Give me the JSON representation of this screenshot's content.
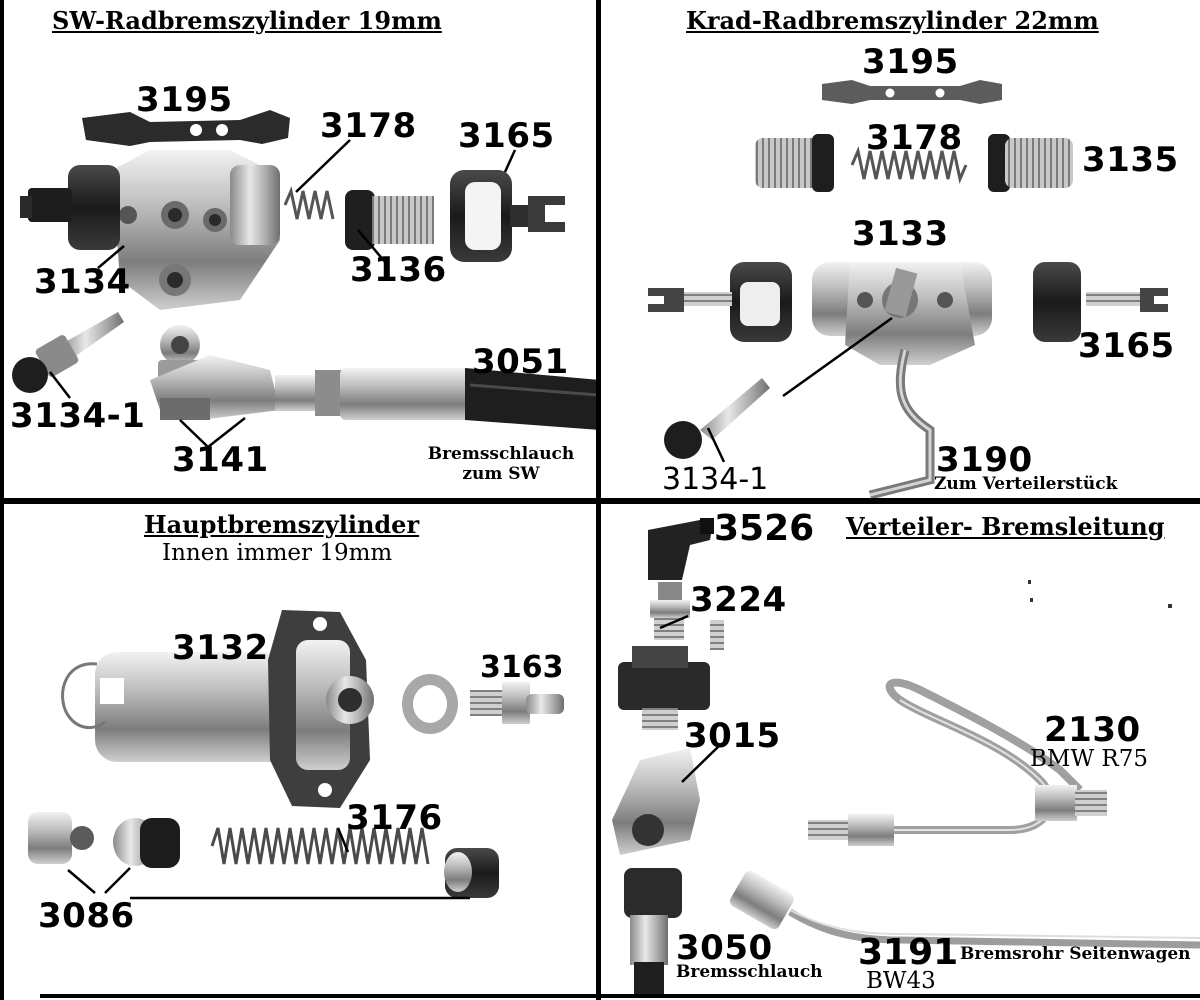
{
  "colors": {
    "divider": "#000000",
    "metal_light": "#d4d4d4",
    "metal_mid": "#9a9a9a",
    "metal_dark": "#5a5a5a",
    "rubber": "#1c1c1c"
  },
  "panel_top_left": {
    "title": "SW-Radbremszylinder 19mm",
    "labels": {
      "p3195": "3195",
      "p3178": "3178",
      "p3165": "3165",
      "p3134": "3134",
      "p3136": "3136",
      "p3134_1": "3134-1",
      "p3051": "3051",
      "p3141": "3141"
    },
    "caption_line1": "Bremsschlauch",
    "caption_line2": "zum SW"
  },
  "panel_top_right": {
    "title": "Krad-Radbremszylinder 22mm",
    "labels": {
      "p3195": "3195",
      "p3178": "3178",
      "p3135": "3135",
      "p3133": "3133",
      "p3165": "3165",
      "p3134_1": "3134-1",
      "p3190": "3190"
    },
    "caption": "Zum Verteilerstück"
  },
  "panel_bottom_left": {
    "title": "Hauptbremszylinder",
    "subtitle": "Innen immer 19mm",
    "labels": {
      "p3132": "3132",
      "p3163": "3163",
      "p3176": "3176",
      "p3086": "3086"
    }
  },
  "panel_bottom_right": {
    "title": "Verteiler- Bremsleitung",
    "labels": {
      "p3526": "3526",
      "p3224": "3224",
      "p3015": "3015",
      "p2130": "2130",
      "p3050": "3050",
      "p3191": "3191"
    },
    "model_2130": "BMW R75",
    "caption_3050": "Bremsschlauch",
    "caption_3191": "Bremsrohr Seitenwagen",
    "model_3191": "BW43"
  }
}
